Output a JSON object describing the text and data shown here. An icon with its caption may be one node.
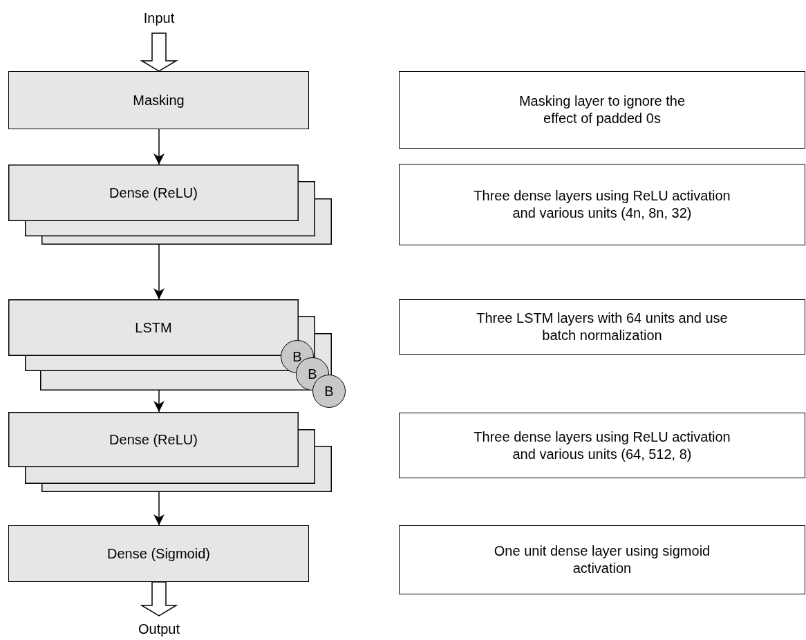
{
  "diagram": {
    "nodes": [
      {
        "text": [
          "Input"
        ]
      },
      {
        "text": [
          "Masking"
        ]
      },
      {
        "text": [
          "Dense (ReLU)"
        ]
      },
      {
        "text": [
          "LSTM"
        ]
      },
      {
        "text": [
          "B"
        ],
        "in": 3
      },
      {
        "text": [
          "B"
        ],
        "in": 3
      },
      {
        "text": [
          "B"
        ]
      },
      {
        "text": [
          "Dense (ReLU)"
        ]
      },
      {
        "text": [
          "Dense (Sigmoid)"
        ]
      },
      {
        "text": [
          "Output"
        ]
      },
      {
        "text": [
          "Masking layer to ignore the effect of padded 0s"
        ]
      },
      {
        "text": [
          "Three dense layers using ReLU activation and various units (4n, 8n, 32)"
        ]
      },
      {
        "text": [
          "Three LSTM layers with 64 units and use batch normalization"
        ]
      },
      {
        "text": [
          "Three dense layers using ReLU activation and various units (64, 512, 8)"
        ]
      },
      {
        "text": [
          "One unit dense layer using sigmoid activation"
        ]
      }
    ],
    "edges": [
      {
        "from": 0,
        "to": 1,
        "arrow": "to",
        "style": "thick"
      },
      {
        "from": 1,
        "to": 2,
        "arrow": "to"
      },
      {
        "from": 2,
        "to": 3,
        "arrow": "to"
      },
      {
        "from": 3,
        "to": 7,
        "arrow": "to"
      },
      {
        "from": 7,
        "to": 8,
        "arrow": "to"
      },
      {
        "from": 8,
        "to": 9,
        "arrow": "to",
        "style": "thick"
      }
    ]
  }
}
